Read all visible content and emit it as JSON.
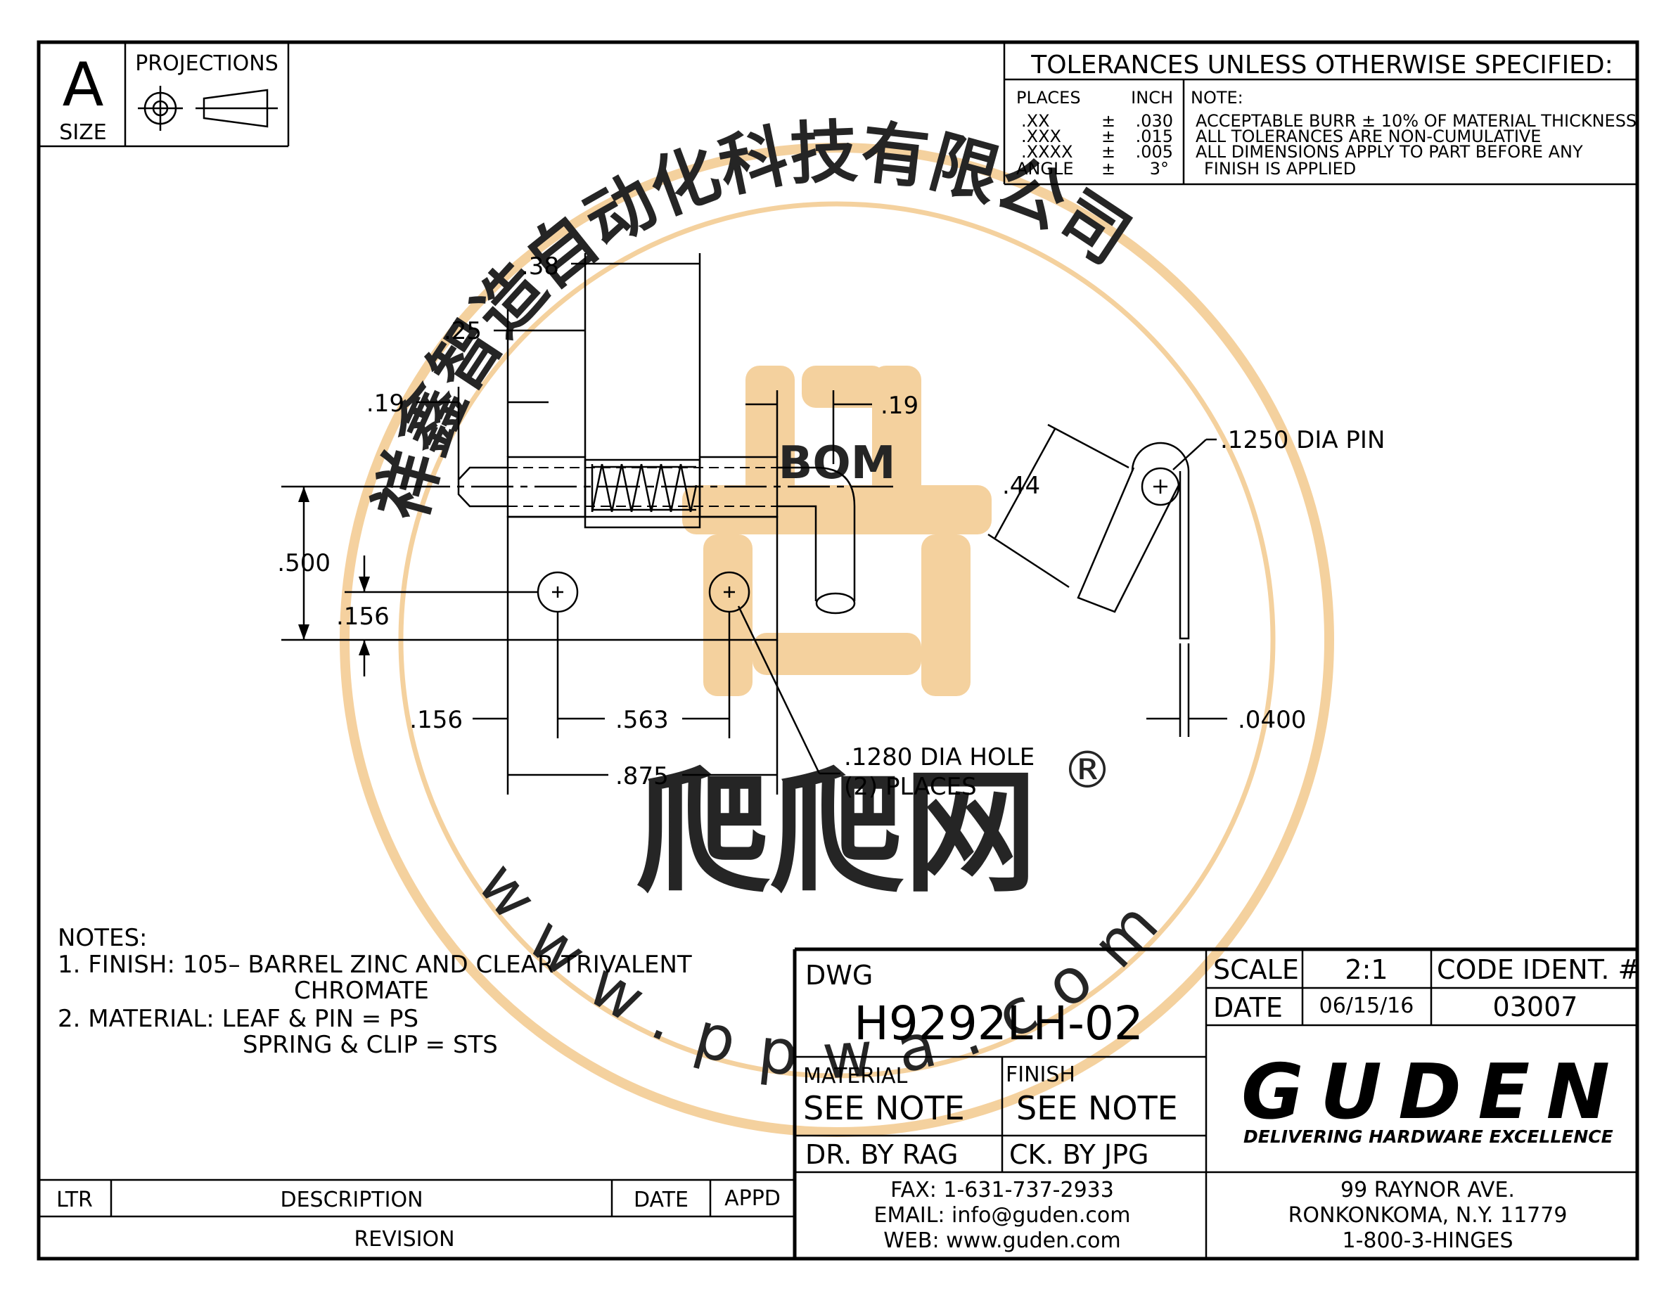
{
  "size_block": {
    "letter": "A",
    "label": "SIZE",
    "projections_label": "PROJECTIONS"
  },
  "tolerances": {
    "title": "TOLERANCES UNLESS OTHERWISE SPECIFIED:",
    "places_header": "PLACES",
    "inch_header": "INCH",
    "rows": [
      {
        "place": ".XX",
        "pm": "±",
        "value": ".030"
      },
      {
        "place": ".XXX",
        "pm": "±",
        "value": ".015"
      },
      {
        "place": ".XXXX",
        "pm": "±",
        "value": ".005"
      },
      {
        "place": "ANGLE",
        "pm": "±",
        "value": "3°"
      }
    ],
    "note_header": "NOTE:",
    "note_lines": [
      "ACCEPTABLE BURR ± 10% OF MATERIAL THICKNESS",
      "ALL TOLERANCES ARE NON-CUMULATIVE",
      "ALL DIMENSIONS APPLY TO PART BEFORE ANY",
      "FINISH IS APPLIED"
    ]
  },
  "dimensions": {
    "d038": ".38",
    "d025": ".25",
    "d019_left": ".19",
    "d019_right": ".19",
    "d0500": ".500",
    "d0156_v": ".156",
    "d0156_h": ".156",
    "d0563": ".563",
    "d0875": ".875",
    "d044": ".44",
    "pin": ".1250 DIA PIN",
    "thickness": ".0400",
    "hole_line1": ".1280 DIA HOLE",
    "hole_line2": "(2) PLACES"
  },
  "notes": {
    "title": "NOTES:",
    "n1a": "1. FINISH: 105– BARREL ZINC AND CLEAR TRIVALENT",
    "n1b": "CHROMATE",
    "n2a": "2. MATERIAL: LEAF & PIN = PS",
    "n2b": "SPRING & CLIP = STS"
  },
  "revision": {
    "ltr": "LTR",
    "description": "DESCRIPTION",
    "date": "DATE",
    "appd": "APPD",
    "footer": "REVISION"
  },
  "title_block": {
    "dwg_label": "DWG",
    "dwg_number": "H9292LH-02",
    "material_label": "MATERIAL",
    "material_value": "SEE NOTE",
    "finish_label": "FINISH",
    "finish_value": "SEE NOTE",
    "dr_by": "DR. BY RAG",
    "ck_by": "CK. BY JPG",
    "scale_label": "SCALE",
    "scale_value": "2:1",
    "code_label": "CODE IDENT. #",
    "code_value": "03007",
    "date_label": "DATE",
    "date_value": "06/15/16",
    "fax": "FAX: 1-631-737-2933",
    "email": "EMAIL: info@guden.com",
    "web": "WEB: www.guden.com",
    "logo_text": "GUDEN",
    "tagline": "DELIVERING HARDWARE EXCELLENCE",
    "address1": "99 RAYNOR AVE.",
    "address2": "RONKONKOMA, N.Y. 11779",
    "address3": "1-800-3-HINGES"
  },
  "watermark": {
    "arc_text": "祥鑫智造自动化科技有限公司",
    "bom": "BOM",
    "brand": "爬爬网",
    "reg": "®",
    "url": "www.ppwa.com"
  },
  "colors": {
    "ink": "#000000",
    "watermark": "#f3c98e",
    "paper": "#ffffff"
  }
}
